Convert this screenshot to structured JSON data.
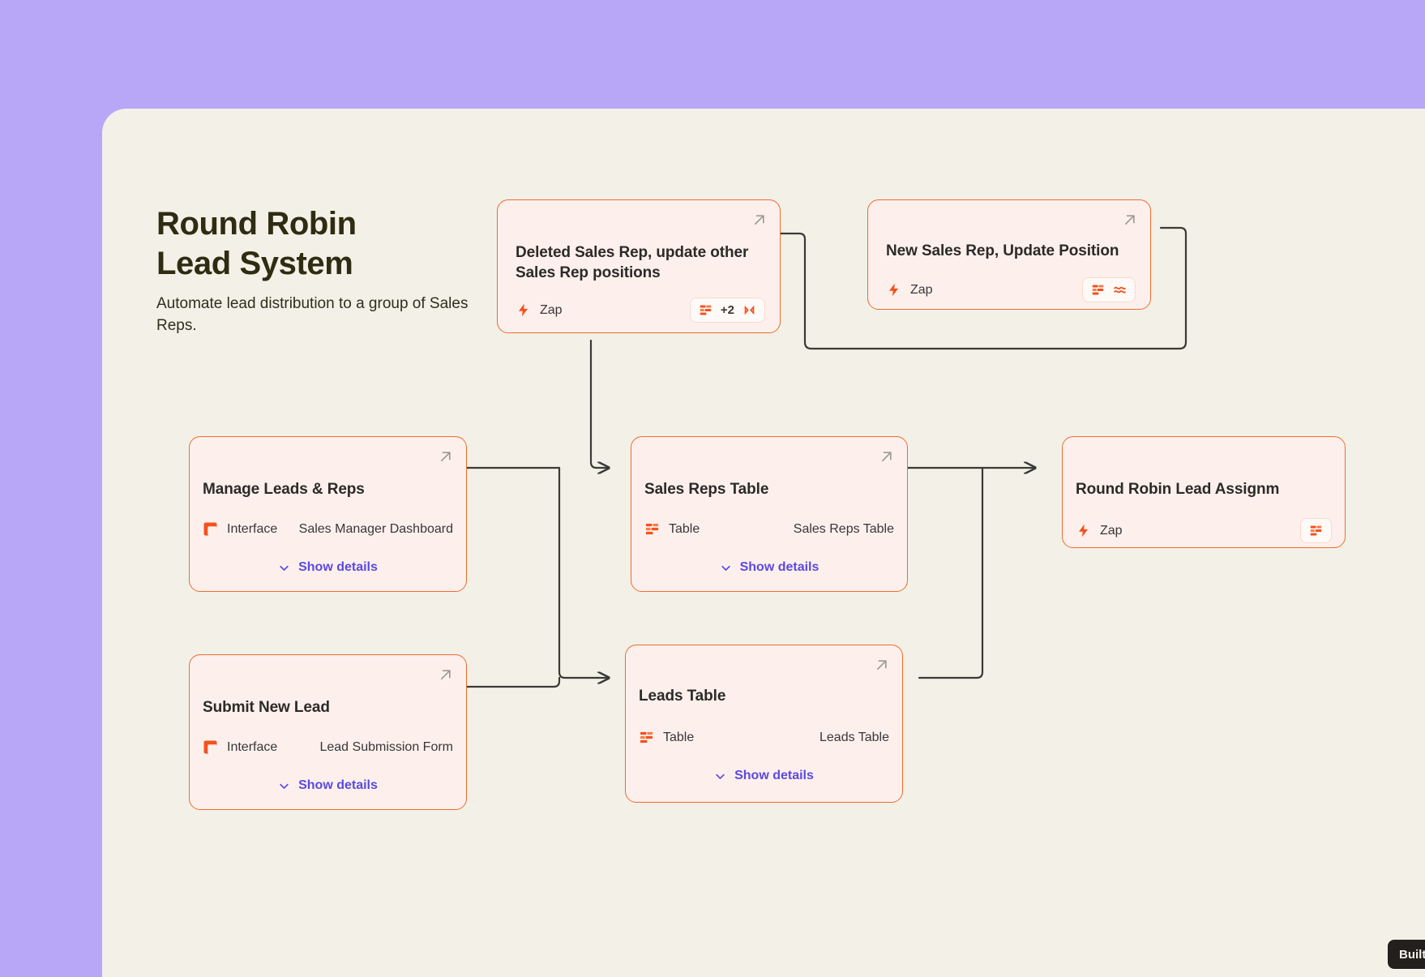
{
  "page": {
    "background_color": "#b8a6f7",
    "canvas_color": "#f3f1e7",
    "accent_color": "#f06b2e",
    "link_color": "#5b4ae0"
  },
  "heading": {
    "title": "Round Robin\nLead System",
    "subtitle": "Automate lead distribution to a group of Sales Reps."
  },
  "labels": {
    "show_details": "Show details",
    "zap": "Zap",
    "table": "Table",
    "interface": "Interface"
  },
  "cards": {
    "deleted_rep": {
      "title": "Deleted Sales Rep, update other Sales Rep positions",
      "type_label": "Zap",
      "badge_count": "+2",
      "ext_icon": "external-link-icon"
    },
    "new_rep": {
      "title": "New Sales Rep, Update Position",
      "type_label": "Zap",
      "ext_icon": "external-link-icon"
    },
    "manage_leads": {
      "title": "Manage Leads & Reps",
      "type_label": "Interface",
      "value": "Sales Manager Dashboard",
      "details": "Show details",
      "ext_icon": "external-link-icon"
    },
    "sales_reps_table": {
      "title": "Sales Reps Table",
      "type_label": "Table",
      "value": "Sales Reps Table",
      "details": "Show details",
      "ext_icon": "external-link-icon"
    },
    "round_robin": {
      "title": "Round Robin Lead Assignm",
      "type_label": "Zap",
      "ext_icon": "external-link-icon"
    },
    "submit_lead": {
      "title": "Submit New Lead",
      "type_label": "Interface",
      "value": "Lead Submission Form",
      "details": "Show details",
      "ext_icon": "external-link-icon"
    },
    "leads_table": {
      "title": "Leads Table",
      "type_label": "Table",
      "value": "Leads Table",
      "details": "Show details",
      "ext_icon": "external-link-icon"
    }
  },
  "watermark": {
    "text": "Built o"
  }
}
